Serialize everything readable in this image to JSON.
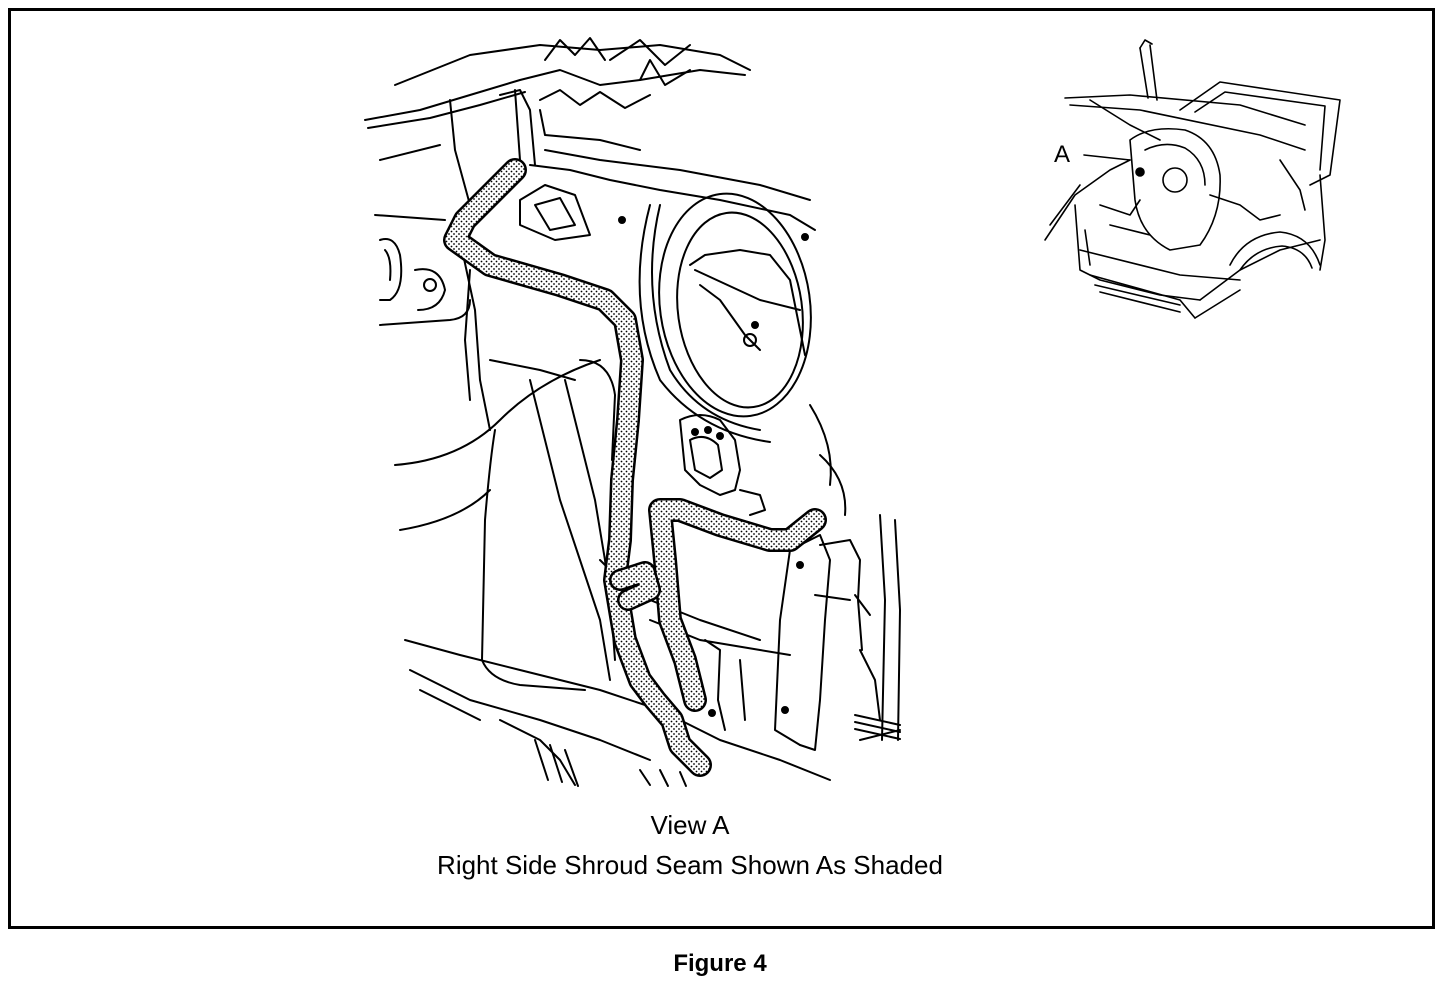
{
  "figure": {
    "view_label": "View A",
    "caption": "Right Side Shroud Seam Shown As Shaded",
    "figure_label": "Figure 4",
    "callout_letter": "A"
  },
  "colors": {
    "line": "#000000",
    "background": "#ffffff",
    "seam_fill": "#d9d9d9"
  }
}
